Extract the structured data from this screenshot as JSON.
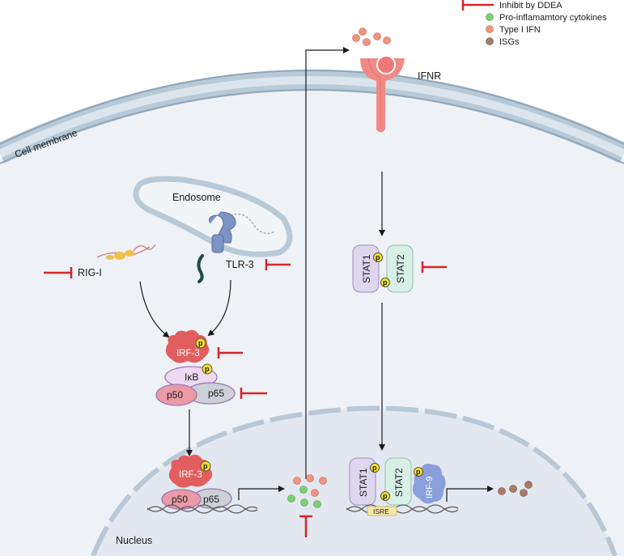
{
  "legend": {
    "inhibit": "Inhibit by DDEA",
    "pro_inflammatory": "Pro-inflamamtory cytokines",
    "type_i_ifn": "Type I IFN",
    "isgs": "ISGs"
  },
  "labels": {
    "cell_membrane": "Cell membrane",
    "endosome": "Endosome",
    "rig_i": "RIG-I",
    "tlr3": "TLR-3",
    "ifnr": "IFNR",
    "irf3": "IRF-3",
    "ikb": "IκB",
    "p50": "p50",
    "p65": "p65",
    "stat1": "STAT1",
    "stat2": "STAT2",
    "irf9": "IRF-9",
    "isre": "ISRE",
    "nucleus": "Nucleus",
    "p": "p"
  },
  "colors": {
    "inhibit_red": "#d8252a",
    "pro_inflammatory_green": "#7ccf74",
    "type_i_ifn_salmon": "#f0937f",
    "isgs_brown": "#a87a6a",
    "membrane_blue": "#b8cad8",
    "cytoplasm": "#eef2f6",
    "nucleus": "#e3e8f0",
    "irf3_red": "#e25e5e",
    "ikb_lilac": "#eed9f3",
    "p50_pink": "#ec9aa6",
    "p65_grey": "#cdd0d6",
    "stat1_lav": "#ddd6ee",
    "stat2_mint": "#d8efe6",
    "phospho_yellow": "#f2df2a"
  }
}
